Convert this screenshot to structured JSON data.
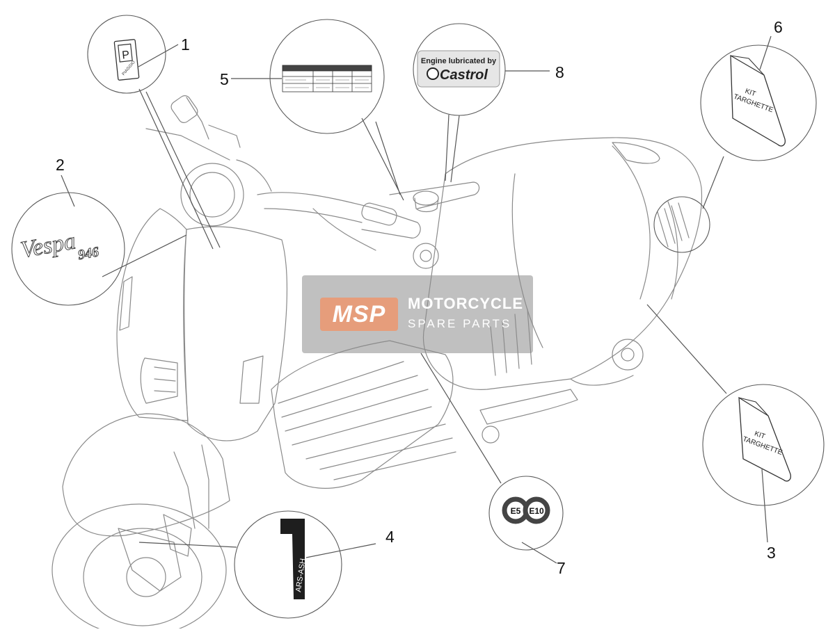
{
  "callouts": [
    {
      "number": "1"
    },
    {
      "number": "2"
    },
    {
      "number": "3"
    },
    {
      "number": "4"
    },
    {
      "number": "5"
    },
    {
      "number": "6"
    },
    {
      "number": "7"
    },
    {
      "number": "8"
    }
  ],
  "labels": {
    "castrol_line1": "Engine lubricated by",
    "castrol_brand": "Castrol",
    "kit_top_1": "KIT",
    "kit_top_2": "TARGHETTE",
    "kit_bottom_1": "KIT",
    "kit_bottom_2": "TARGHETTE",
    "fuel_e5": "E5",
    "fuel_e10": "E10",
    "vespa_script": "Vespa",
    "vespa_model": "946",
    "side_badge": "ARS-ASH",
    "piaggio_p": "P",
    "piaggio_word": "PIAGGIO"
  },
  "watermark": {
    "logo": "MSP",
    "line1": "MOTORCYCLE",
    "line2": "SPARE PARTS"
  },
  "colors": {
    "line": "#555555",
    "castrol_green": "#2e8b3a",
    "castrol_red": "#d8281e",
    "fuel_red": "#c0392b",
    "badge_dark": "#222222"
  }
}
